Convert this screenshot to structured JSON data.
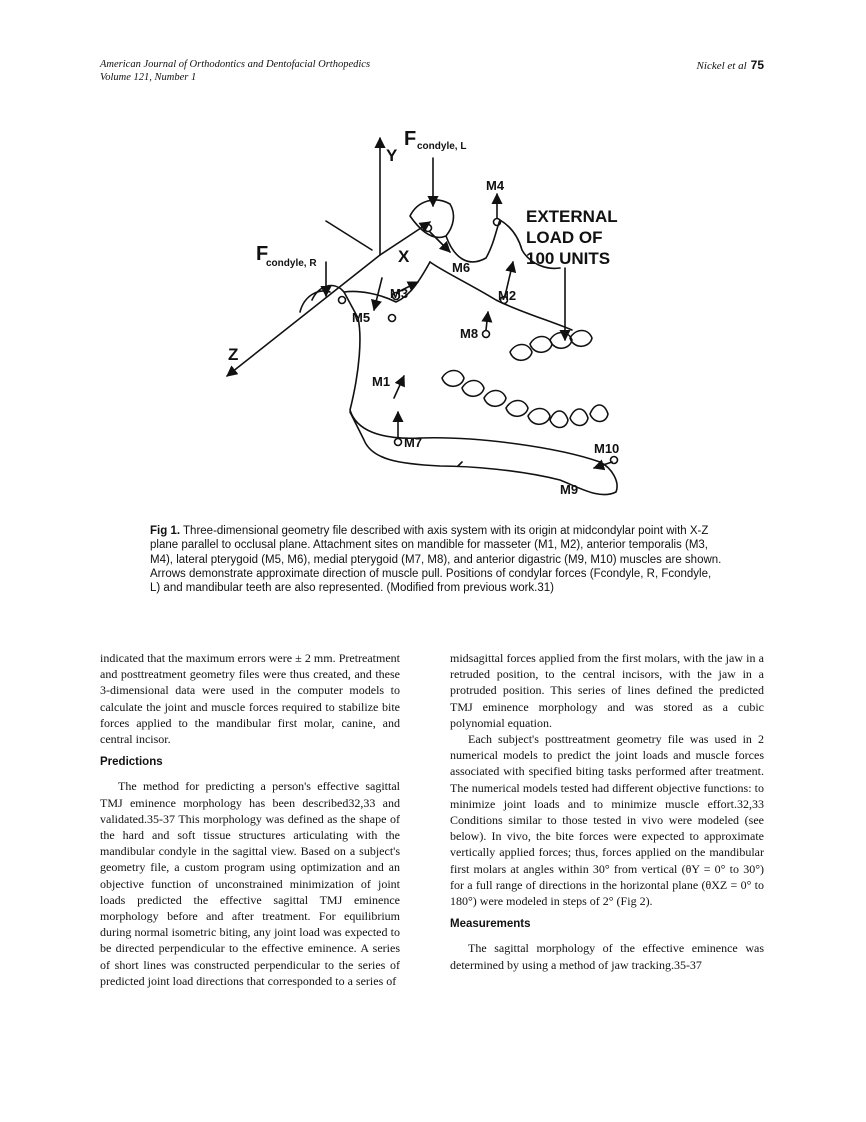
{
  "header": {
    "journal": "American Journal of Orthodontics and Dentofacial Orthopedics",
    "volume": "Volume 121, Number 1",
    "authors": "Nickel et al",
    "page": "75"
  },
  "figure": {
    "labels": {
      "y": "Y",
      "x": "X",
      "z": "Z",
      "f": "F",
      "fcl": "condyle, L",
      "fcr": "condyle, R",
      "m1": "M1",
      "m2": "M2",
      "m3": "M3",
      "m4": "M4",
      "m5": "M5",
      "m6": "M6",
      "m7": "M7",
      "m8": "M8",
      "m9": "M9",
      "m10": "M10",
      "ext1": "EXTERNAL",
      "ext2": "LOAD OF",
      "ext3": "100 UNITS"
    }
  },
  "caption": {
    "fig": "Fig 1.",
    "text": "Three-dimensional geometry file described with axis system with its origin at midcondylar point with X-Z plane parallel to occlusal plane. Attachment sites on mandible for masseter (M1, M2), anterior temporalis (M3, M4), lateral pterygoid (M5, M6), medial pterygoid (M7, M8), and anterior digastric (M9, M10) muscles are shown. Arrows demonstrate approximate direction of muscle pull. Positions of condylar forces (Fcondyle, R, Fcondyle, L) and mandibular teeth are also represented. (Modified from previous work.31)"
  },
  "body": {
    "left": {
      "p1": "indicated that the maximum errors were ± 2 mm. Pretreatment and posttreatment geometry files were thus created, and these 3-dimensional data were used in the computer models to calculate the joint and muscle forces required to stabilize bite forces applied to the mandibular first molar, canine, and central incisor.",
      "h_predictions": "Predictions",
      "p2": "The method for predicting a person's effective sagittal TMJ eminence morphology has been described32,33 and validated.35-37 This morphology was defined as the shape of the hard and soft tissue structures articulating with the mandibular condyle in the sagittal view. Based on a subject's geometry file, a custom program using optimization and an objective function of unconstrained minimization of joint loads predicted the effective sagittal TMJ eminence morphology before and after treatment. For equilibrium during normal isometric biting, any joint load was expected to be directed perpendicular to the effective eminence. A series of short lines was constructed perpendicular to the series of predicted joint load directions that corresponded to a series of"
    },
    "right": {
      "p1": "midsagittal forces applied from the first molars, with the jaw in a retruded position, to the central incisors, with the jaw in a protruded position. This series of lines defined the predicted TMJ eminence morphology and was stored as a cubic polynomial equation.",
      "p2": "Each subject's posttreatment geometry file was used in 2 numerical models to predict the joint loads and muscle forces associated with specified biting tasks performed after treatment. The numerical models tested had different objective functions: to minimize joint loads and to minimize muscle effort.32,33 Conditions similar to those tested in vivo were modeled (see below). In vivo, the bite forces were expected to approximate vertically applied forces; thus, forces applied on the mandibular first molars at angles within 30° from vertical (θY = 0° to 30°) for a full range of directions in the horizontal plane (θXZ = 0° to 180°) were modeled in steps of 2° (Fig 2).",
      "h_measurements": "Measurements",
      "p3": "The sagittal morphology of the effective eminence was determined by using a method of jaw tracking.35-37"
    }
  }
}
